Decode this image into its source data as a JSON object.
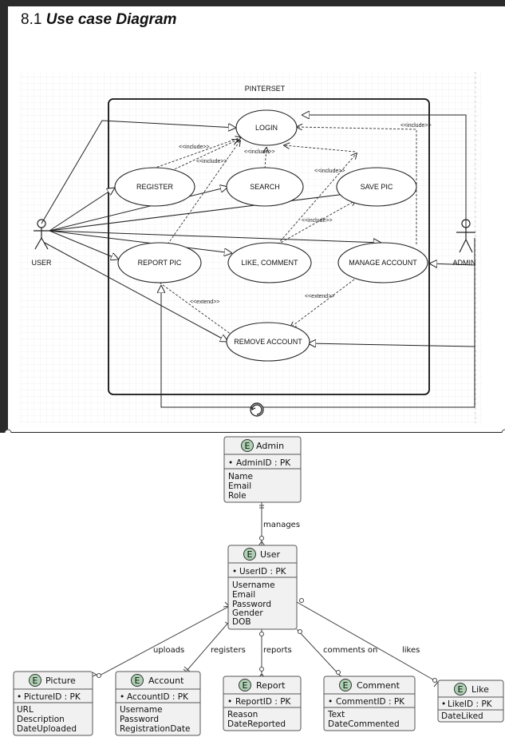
{
  "heading": {
    "number": "8.1",
    "title": "Use case Diagram"
  },
  "usecase": {
    "system_name": "PINTERSET",
    "actors": {
      "user": "USER",
      "admin": "ADMIN"
    },
    "cases": {
      "login": "LOGIN",
      "register": "REGISTER",
      "search": "SEARCH",
      "save_pic": "SAVE PIC",
      "report_pic": "REPORT PIC",
      "like_comment": "LIKE, COMMENT",
      "manage_account": "MANAGE ACCOUNT",
      "remove_account": "REMOVE ACCOUNT"
    },
    "include_label": "<<include>>",
    "extend_label": "<<extend>>"
  },
  "er": {
    "badge": "E",
    "admin": {
      "name": "Admin",
      "pk": "AdminID : PK",
      "fields": [
        "Name",
        "Email",
        "Role"
      ]
    },
    "user": {
      "name": "User",
      "pk": "UserID : PK",
      "fields": [
        "Username",
        "Email",
        "Password",
        "Gender",
        "DOB"
      ]
    },
    "picture": {
      "name": "Picture",
      "pk": "PictureID : PK",
      "fields": [
        "URL",
        "Description",
        "DateUploaded"
      ]
    },
    "account": {
      "name": "Account",
      "pk": "AccountID : PK",
      "fields": [
        "Username",
        "Password",
        "RegistrationDate"
      ]
    },
    "report": {
      "name": "Report",
      "pk": "ReportID : PK",
      "fields": [
        "Reason",
        "DateReported"
      ]
    },
    "comment": {
      "name": "Comment",
      "pk": "CommentID : PK",
      "fields": [
        "Text",
        "DateCommented"
      ]
    },
    "like": {
      "name": "Like",
      "pk": "LikeID : PK",
      "fields": [
        "DateLiked"
      ]
    },
    "relations": {
      "manages": "manages",
      "uploads": "uploads",
      "registers": "registers",
      "reports": "reports",
      "comments_on": "comments on",
      "likes": "likes"
    },
    "colors": {
      "entity_fill": "#f1f1f1",
      "badge_fill": "#add1b2",
      "border": "#555555"
    }
  }
}
